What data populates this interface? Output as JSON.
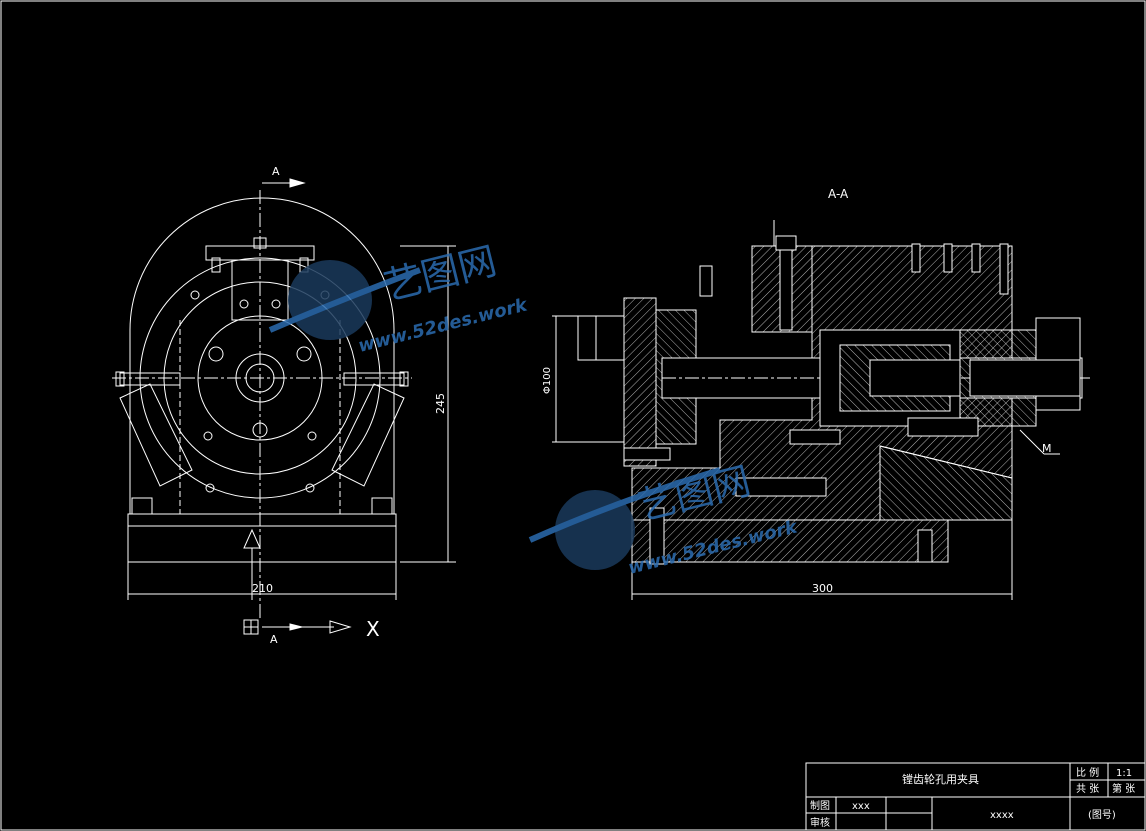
{
  "drawing": {
    "front_view": {
      "section_label_top": "A",
      "section_label_bottom": "A",
      "dim_height": "245",
      "dim_width": "210",
      "axis_label": "X"
    },
    "section_view": {
      "title": "A-A",
      "dim_diameter": "Φ100",
      "dim_length": "300",
      "detail_label": "M"
    },
    "watermark": {
      "brand": "艺图网",
      "url": "www.52des.work"
    }
  },
  "title_block": {
    "part_name": "镗齿轮孔用夹具",
    "scale_label": "比 例",
    "scale_value": "1:1",
    "total_sheets_label": "共 张",
    "sheet_label": "第 张",
    "drawn_label": "制图",
    "drawn_value": "xxx",
    "checked_label": "审核",
    "company_value": "xxxx",
    "drawing_no": "(图号)"
  },
  "colors": {
    "background": "#000000",
    "line": "#ffffff",
    "watermark": "#2b6cb0"
  }
}
